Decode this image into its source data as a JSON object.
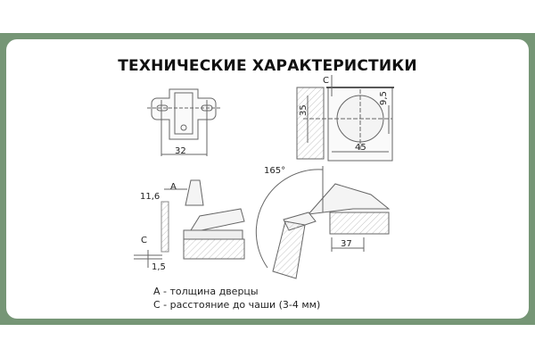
{
  "title": "ТЕХНИЧЕСКИЕ ХАРАКТЕРИСТИКИ",
  "dimensions": {
    "mount_plate_width": "32",
    "cup_height": "35",
    "c_label": "C",
    "cup_offset": "9,5",
    "cup_diameter": "45",
    "opening_angle": "165°",
    "a_label": "A",
    "overlay": "11,6",
    "c_label_side": "C",
    "gap": "1,5",
    "depth": "37"
  },
  "legend": {
    "a": "A - толщина дверцы",
    "c": "C - расстояние до чаши (3-4 мм)"
  },
  "colors": {
    "frame": "#769676",
    "line": "#555555",
    "hatch": "#bbbbbb"
  }
}
